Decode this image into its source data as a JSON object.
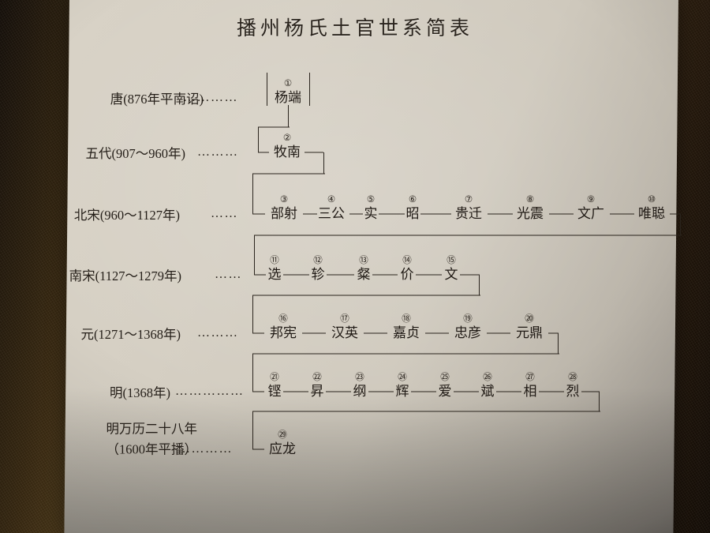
{
  "title": "播州杨氏土官世系简表",
  "colors": {
    "ink": "#2a241d",
    "panel": "#d5cfc3",
    "wall": "#6d5526"
  },
  "rows": [
    {
      "era": "唐(876年平南诏)",
      "era_sub": "",
      "dots": "…………",
      "people": [
        {
          "num": "①",
          "name": "杨端"
        }
      ]
    },
    {
      "era": "五代(907～960年)",
      "era_sub": "",
      "dots": "………",
      "people": [
        {
          "num": "②",
          "name": "牧南"
        }
      ]
    },
    {
      "era": "北宋(960～1127年)",
      "era_sub": "",
      "dots": "……",
      "people": [
        {
          "num": "③",
          "name": "部射"
        },
        {
          "num": "④",
          "name": "三公"
        },
        {
          "num": "⑤",
          "name": "实"
        },
        {
          "num": "⑥",
          "name": "昭"
        },
        {
          "num": "⑦",
          "name": "贵迁"
        },
        {
          "num": "⑧",
          "name": "光震"
        },
        {
          "num": "⑨",
          "name": "文广"
        },
        {
          "num": "⑩",
          "name": "唯聪"
        }
      ]
    },
    {
      "era": "南宋(1127～1279年)",
      "era_sub": "",
      "dots": "……",
      "people": [
        {
          "num": "⑪",
          "name": "选"
        },
        {
          "num": "⑫",
          "name": "轸"
        },
        {
          "num": "⑬",
          "name": "粲"
        },
        {
          "num": "⑭",
          "name": "价"
        },
        {
          "num": "⑮",
          "name": "文"
        }
      ]
    },
    {
      "era": "元(1271～1368年)",
      "era_sub": "",
      "dots": "………",
      "people": [
        {
          "num": "⑯",
          "name": "邦宪"
        },
        {
          "num": "⑰",
          "name": "汉英"
        },
        {
          "num": "⑱",
          "name": "嘉贞"
        },
        {
          "num": "⑲",
          "name": "忠彦"
        },
        {
          "num": "⑳",
          "name": "元鼎"
        }
      ]
    },
    {
      "era": "明(1368年)",
      "era_sub": "",
      "dots": "……………",
      "people": [
        {
          "num": "㉑",
          "name": "铿"
        },
        {
          "num": "㉒",
          "name": "昇"
        },
        {
          "num": "㉓",
          "name": "纲"
        },
        {
          "num": "㉔",
          "name": "辉"
        },
        {
          "num": "㉕",
          "name": "爱"
        },
        {
          "num": "㉖",
          "name": "斌"
        },
        {
          "num": "㉗",
          "name": "相"
        },
        {
          "num": "㉘",
          "name": "烈"
        }
      ]
    },
    {
      "era": "明万历二十八年",
      "era_sub": "（1600年平播）",
      "dots": "…………",
      "people": [
        {
          "num": "㉙",
          "name": "应龙"
        }
      ]
    }
  ]
}
